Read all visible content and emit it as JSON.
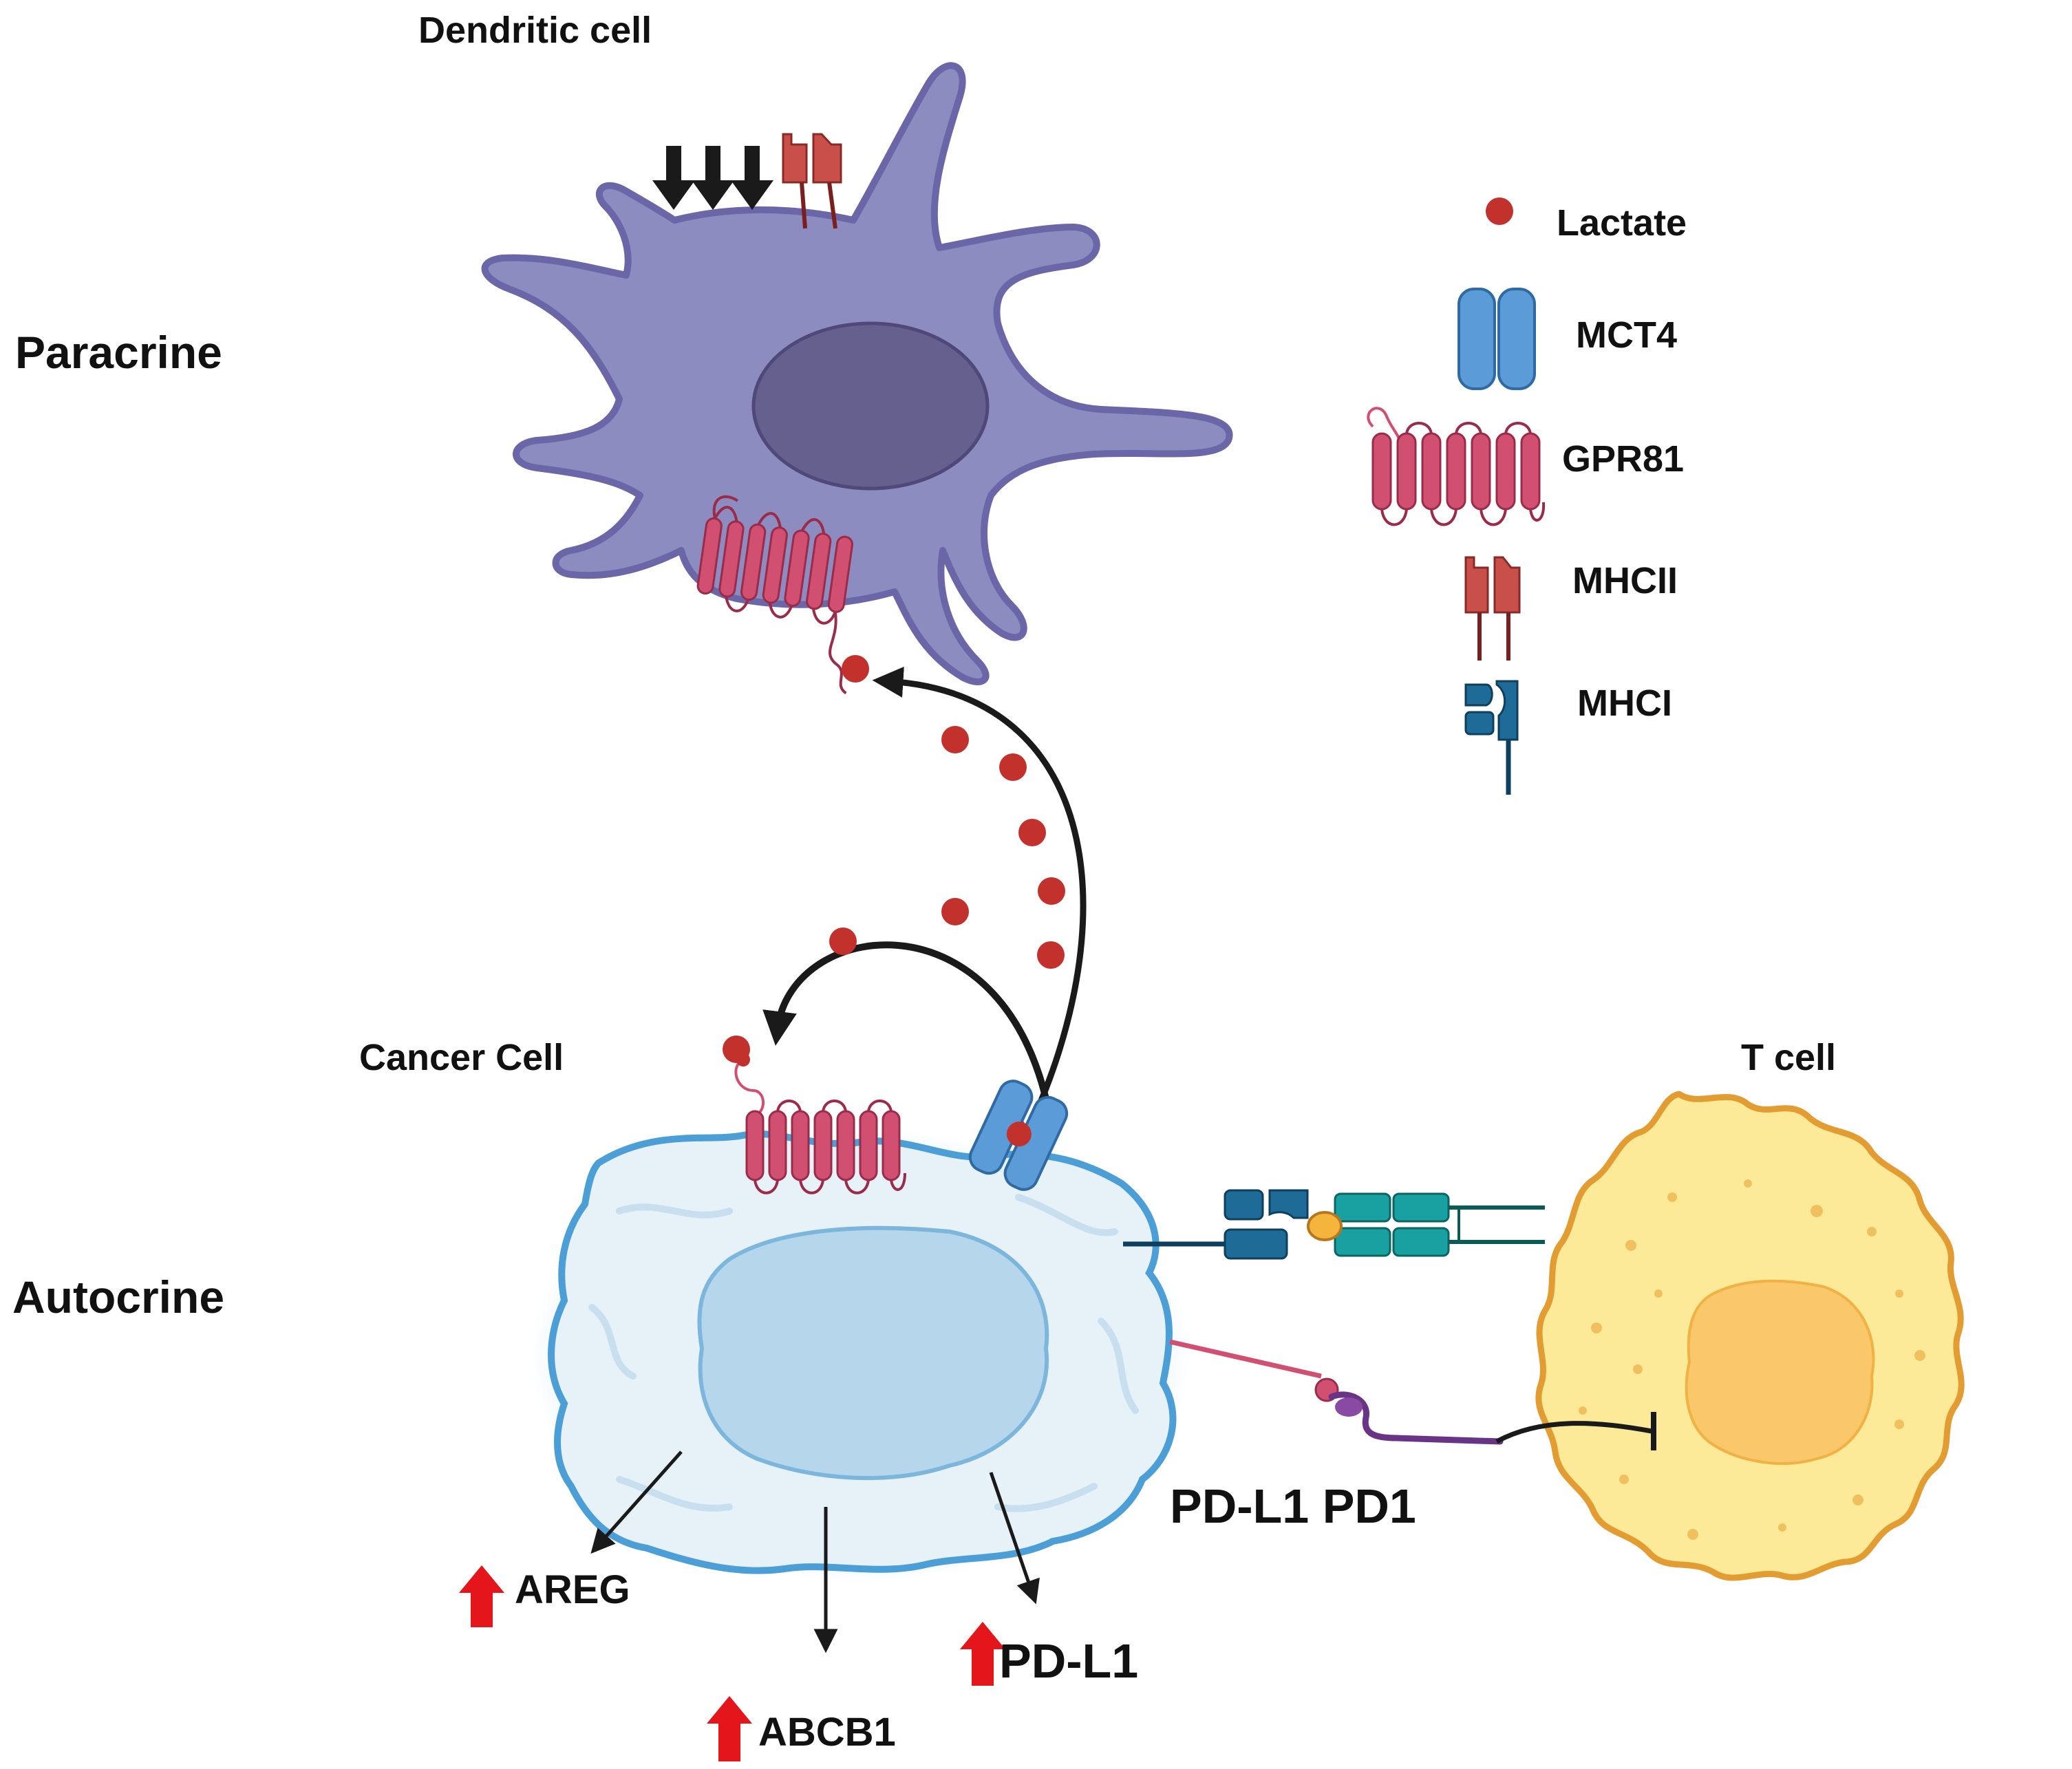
{
  "labels": {
    "paracrine": "Paracrine",
    "autocrine": "Autocrine",
    "dendritic_cell": "Dendritic cell",
    "cancer_cell": "Cancer Cell",
    "t_cell": "T cell",
    "pdl1_pd1": "PD-L1 PD1",
    "areg": "AREG",
    "abcb1": "ABCB1",
    "pdl1": "PD-L1"
  },
  "legend": {
    "lactate": "Lactate",
    "mct4": "MCT4",
    "gpr81": "GPR81",
    "mhcii": "MHCII",
    "mhci": "MHCI"
  },
  "icons": {
    "upregulation": "red-up-arrow",
    "downregulation": "black-down-arrows",
    "inhibition": "t-bar-inhibition"
  },
  "colors": {
    "dendritic_body": "#8d8cc0",
    "dendritic_nucleus": "#66608e",
    "lactate": "#c2312c",
    "mct4": "#5b9bd8",
    "gpr81": "#d14f70",
    "mhcii": "#c9504a",
    "mhci": "#1f6b98",
    "cancer_body": "#e6f1f8",
    "cancer_outline": "#4c9fd6",
    "tcell_body": "#fcea98",
    "tcell_outline": "#e39c32",
    "tcell_nucleus": "#fac76a",
    "up_arrow": "#e4161b"
  }
}
